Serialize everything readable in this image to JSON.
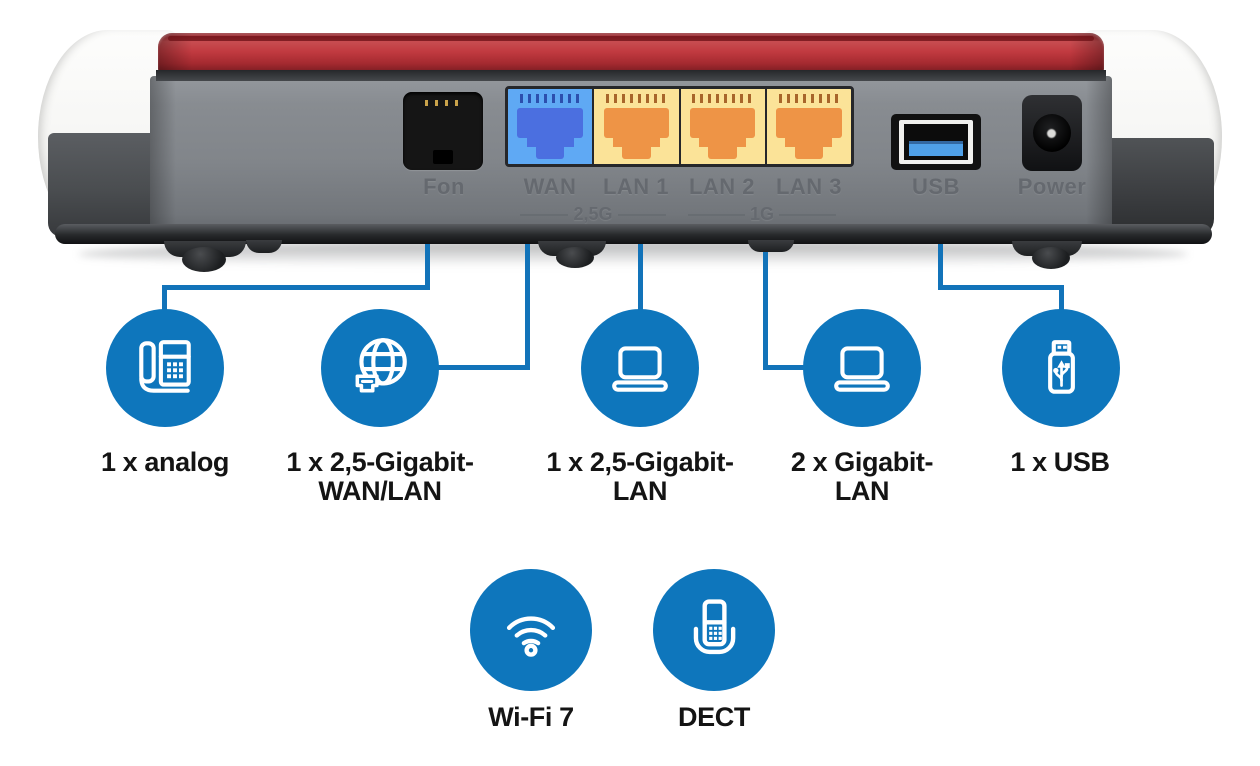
{
  "colors": {
    "accent_blue": "#0e76bc",
    "line_blue": "#1273b9",
    "router_red": "#c13a40",
    "body_gray": "#81858a",
    "wan_port_blue": "#5fa9f4",
    "wan_plug_blue": "#4b6fe0",
    "lan_port_yellow": "#fbe398",
    "lan_plug_orange": "#ee9446",
    "usb_tongue_blue": "#4fa0e8",
    "label_black": "#141414",
    "emboss_gray": "#65696f"
  },
  "router": {
    "ports": [
      {
        "label": "Fon"
      },
      {
        "label": "WAN"
      },
      {
        "label": "LAN 1"
      },
      {
        "label": "LAN 2"
      },
      {
        "label": "LAN 3"
      },
      {
        "label": "USB"
      },
      {
        "label": "Power"
      }
    ],
    "speed_groups": [
      {
        "label": "2,5G",
        "applies_to": "WAN, LAN 1"
      },
      {
        "label": "1G",
        "applies_to": "LAN 2, LAN 3"
      }
    ]
  },
  "features_row1": [
    {
      "icon": "analog-phone-icon",
      "lines": [
        "1 x analog"
      ]
    },
    {
      "icon": "wan-globe-icon",
      "lines": [
        "1 x 2,5-Gigabit-",
        "WAN/LAN"
      ]
    },
    {
      "icon": "laptop-icon",
      "lines": [
        "1 x 2,5-Gigabit-",
        "LAN"
      ]
    },
    {
      "icon": "laptop-icon",
      "lines": [
        "2 x Gigabit-",
        "LAN"
      ]
    },
    {
      "icon": "usb-stick-icon",
      "lines": [
        "1 x USB"
      ]
    }
  ],
  "features_row2": [
    {
      "icon": "wifi-icon",
      "lines": [
        "Wi-Fi 7"
      ]
    },
    {
      "icon": "dect-handset-icon",
      "lines": [
        "DECT"
      ]
    }
  ]
}
